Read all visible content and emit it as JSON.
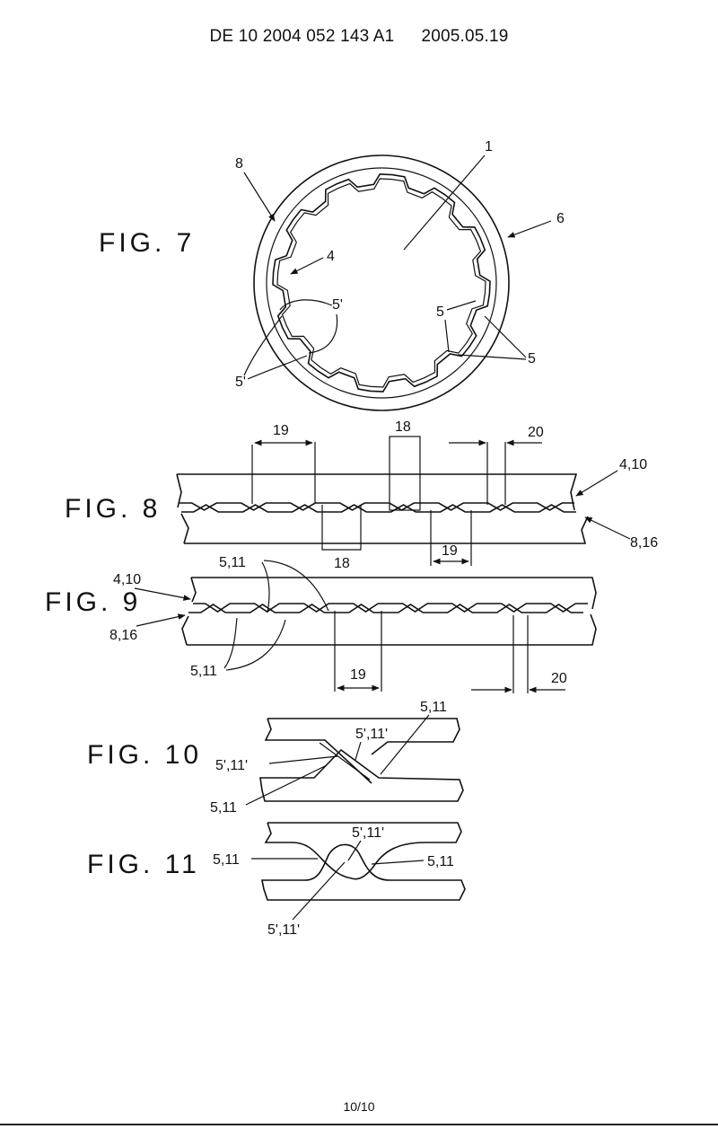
{
  "header": {
    "document_number": "DE 10 2004 052 143 A1",
    "date": "2005.05.19"
  },
  "footer": {
    "page": "10/10"
  },
  "figures": {
    "fig7": {
      "label": "FIG. 7",
      "refs": [
        "1",
        "4",
        "5'",
        "5'",
        "5",
        "5",
        "6",
        "8"
      ]
    },
    "fig8": {
      "label": "FIG. 8",
      "refs": [
        "19",
        "18",
        "20",
        "4,10",
        "8,16",
        "18",
        "19"
      ]
    },
    "fig9": {
      "label": "FIG. 9",
      "refs": [
        "4,10",
        "5,11",
        "8,16",
        "5,11",
        "19",
        "20"
      ]
    },
    "fig10": {
      "label": "FIG. 10",
      "refs": [
        "5,11",
        "5',11'",
        "5',11'",
        "5,11"
      ]
    },
    "fig11": {
      "label": "FIG. 11",
      "refs": [
        "5',11'",
        "5,11",
        "5,11",
        "5',11'"
      ]
    }
  }
}
